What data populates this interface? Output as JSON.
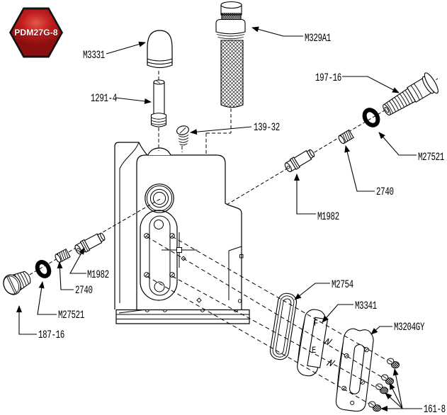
{
  "badge": {
    "text": "PDM27G-8",
    "shape": "hexagon",
    "color": "#b01414"
  },
  "labels": {
    "m3331": "M3331",
    "p1291_4": "1291-4",
    "m329a1": "M329A1",
    "p197_16": "197-16",
    "p139_32": "139-32",
    "m27521_r": "M27521",
    "p2740_r": "2740",
    "m1982_r": "M1982",
    "m1982_l": "M1982",
    "p2740_l": "2740",
    "m27521_l": "M27521",
    "p187_16": "187-16",
    "m2754": "M2754",
    "m3341": "M3341",
    "m3204gy": "M3204GY",
    "p161_8": "161-8"
  },
  "plate_markings": {
    "top": "F",
    "bottom": "E"
  },
  "colors": {
    "line": "#000000",
    "background": "#ffffff",
    "badge_red": "#b01414"
  }
}
